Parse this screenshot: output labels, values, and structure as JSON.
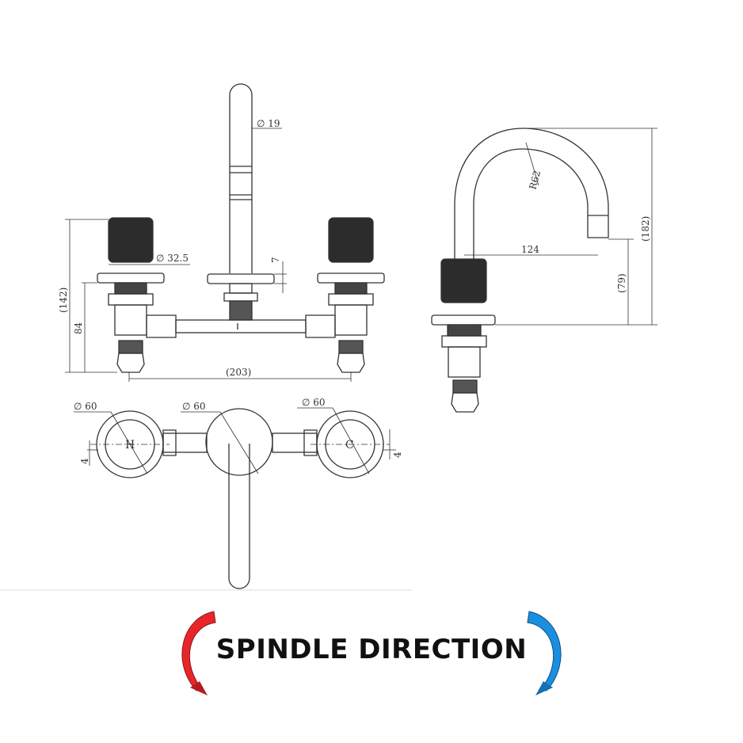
{
  "dimensions": {
    "spout_dia": "∅ 19",
    "handle_dia": "∅ 32.5",
    "flange_height": "7",
    "overall_height": "(142)",
    "body_height": "84",
    "centres": "(203)",
    "flange_dia_left": "∅ 60",
    "flange_dia_centre": "∅ 60",
    "flange_dia_right": "∅ 60",
    "offset_left": "4",
    "offset_right": "4",
    "spout_radius": "R62",
    "spout_reach": "124",
    "spout_outlet_height": "(79)",
    "spout_overall_height": "(182)"
  },
  "caption": "SPINDLE DIRECTION",
  "colors": {
    "hot_arrow": "#e8262a",
    "cold_arrow": "#1a8fe0",
    "line": "#333333"
  },
  "icons": {
    "left": "counter-clockwise-arrow-icon",
    "right": "clockwise-arrow-icon"
  }
}
